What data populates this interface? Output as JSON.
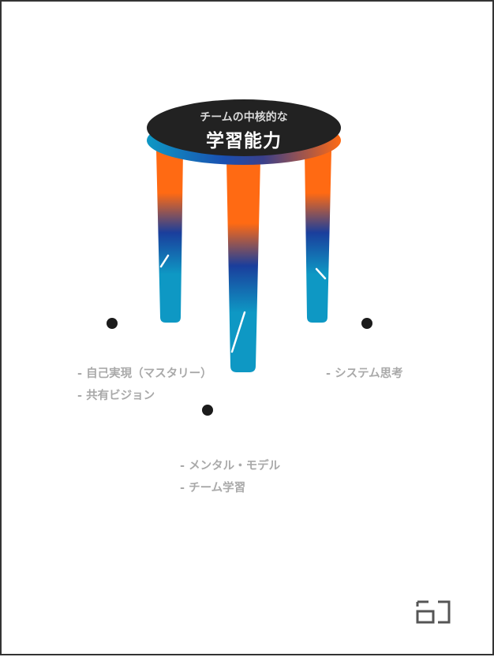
{
  "seat": {
    "subtitle": "チームの中核的な",
    "title": "学習能力"
  },
  "legs": {
    "left": [
      "- 自己実現（マスタリー）",
      "- 共有ビジョン"
    ],
    "center": [
      "- メンタル・モデル",
      "- チーム学習"
    ],
    "right": [
      "- システム思考"
    ]
  },
  "colors": {
    "seat_top": "#222222",
    "orange": "#ff6a13",
    "blue": "#1a3e9c",
    "cyan": "#0e98c4",
    "dot": "#1b1b1b",
    "label_text": "#a9a9a9"
  },
  "icons": {
    "logo": "bracket-logo-icon"
  }
}
